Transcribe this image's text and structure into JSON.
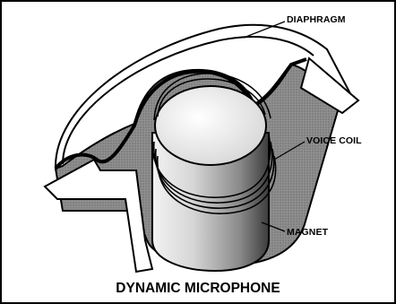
{
  "labels": {
    "diaphragm": "DIAPHRAGM",
    "voice_coil": "VOICE COIL",
    "magnet": "MAGNET"
  },
  "caption": "DYNAMIC MICROPHONE",
  "colors": {
    "ink": "#000000",
    "paper": "#ffffff",
    "housing_fill": "#8c8c8c",
    "magnet_light": "#e6e6e6",
    "magnet_dark": "#4a4a4a"
  }
}
